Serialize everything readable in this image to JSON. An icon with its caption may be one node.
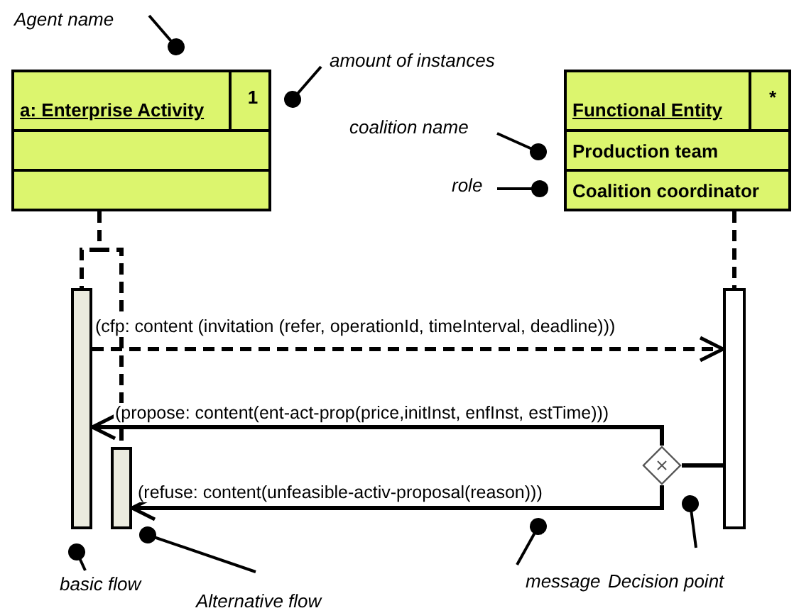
{
  "diagram": {
    "nodes": [
      {
        "text": [
          "a: Enterprise Activity",
          "1"
        ]
      },
      {
        "text": [
          "Functional Entity",
          "*",
          "Production team",
          "Coalition coordinator"
        ]
      },
      {
        "text": [],
        "shape": "bar"
      },
      {
        "text": [],
        "shape": "bar"
      },
      {
        "text": [],
        "shape": "bar"
      },
      {
        "text": [],
        "shape": "diamond"
      },
      {
        "text": [
          "Agent name"
        ]
      },
      {
        "text": [
          "amount of instances"
        ]
      },
      {
        "text": [
          "coalition name"
        ]
      },
      {
        "text": [
          "role"
        ]
      },
      {
        "text": [
          "basic flow"
        ]
      },
      {
        "text": [
          "Alternative flow"
        ]
      },
      {
        "text": [
          "message"
        ]
      },
      {
        "text": [
          "Decision point"
        ]
      }
    ],
    "edges": [
      {
        "from": 0,
        "to": 2,
        "arrow": "none",
        "style": "dashed"
      },
      {
        "from": 0,
        "to": 3,
        "arrow": "none",
        "style": "dashed"
      },
      {
        "from": 1,
        "to": 4,
        "arrow": "none",
        "style": "dashed"
      },
      {
        "from": 2,
        "to": 4,
        "arrow": "to",
        "style": "dashed",
        "label": "(cfp: content (invitation (refer, operationId, timeInterval, deadline)))"
      },
      {
        "from": 4,
        "to": 5,
        "arrow": "none"
      },
      {
        "from": 5,
        "to": 2,
        "arrow": "to",
        "label": "(propose: content(ent-act-prop(price,initInst, enfInst, estTime)))"
      },
      {
        "from": 5,
        "to": 3,
        "arrow": "to",
        "label": "(refuse: content(unfeasible-activ-proposal(reason)))"
      },
      {
        "from": 6,
        "to": 0,
        "arrow": "other"
      },
      {
        "from": 7,
        "to": 0,
        "arrow": "other"
      },
      {
        "from": 8,
        "to": 1,
        "arrow": "other"
      },
      {
        "from": 9,
        "to": 1,
        "arrow": "other"
      },
      {
        "from": 10,
        "to": 2,
        "arrow": "other"
      },
      {
        "from": 11,
        "to": 3,
        "arrow": "other"
      },
      {
        "from": 12,
        "to": null,
        "arrow": "other"
      },
      {
        "from": 13,
        "to": 5,
        "arrow": "other"
      }
    ]
  }
}
